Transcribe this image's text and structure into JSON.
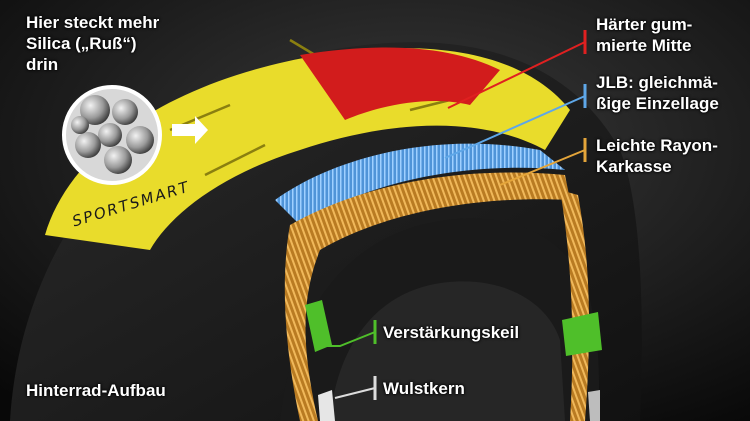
{
  "labels": {
    "silica": [
      "Hier steckt mehr",
      "Silica („Ruß“)",
      "drin"
    ],
    "mitte": [
      "Härter gum-",
      "mierte Mitte"
    ],
    "jlb": [
      "JLB: gleichmä-",
      "ßige Einzellage"
    ],
    "karkasse": [
      "Leichte Rayon-",
      "Karkasse"
    ],
    "keil": "Verstärkungskeil",
    "wulst": "Wulstkern",
    "title": "Hinterrad-Aufbau"
  },
  "tire_brand": "SPORTSMART",
  "colors": {
    "background": "#0b0b0b",
    "tread_yellow": "#e9dc2b",
    "center_red": "#d21c1c",
    "belt_blue": "#5ea7e8",
    "carcass_orange": "#d79a35",
    "wedge_green": "#4fbf2a",
    "bead_white": "#e6e6e6"
  }
}
